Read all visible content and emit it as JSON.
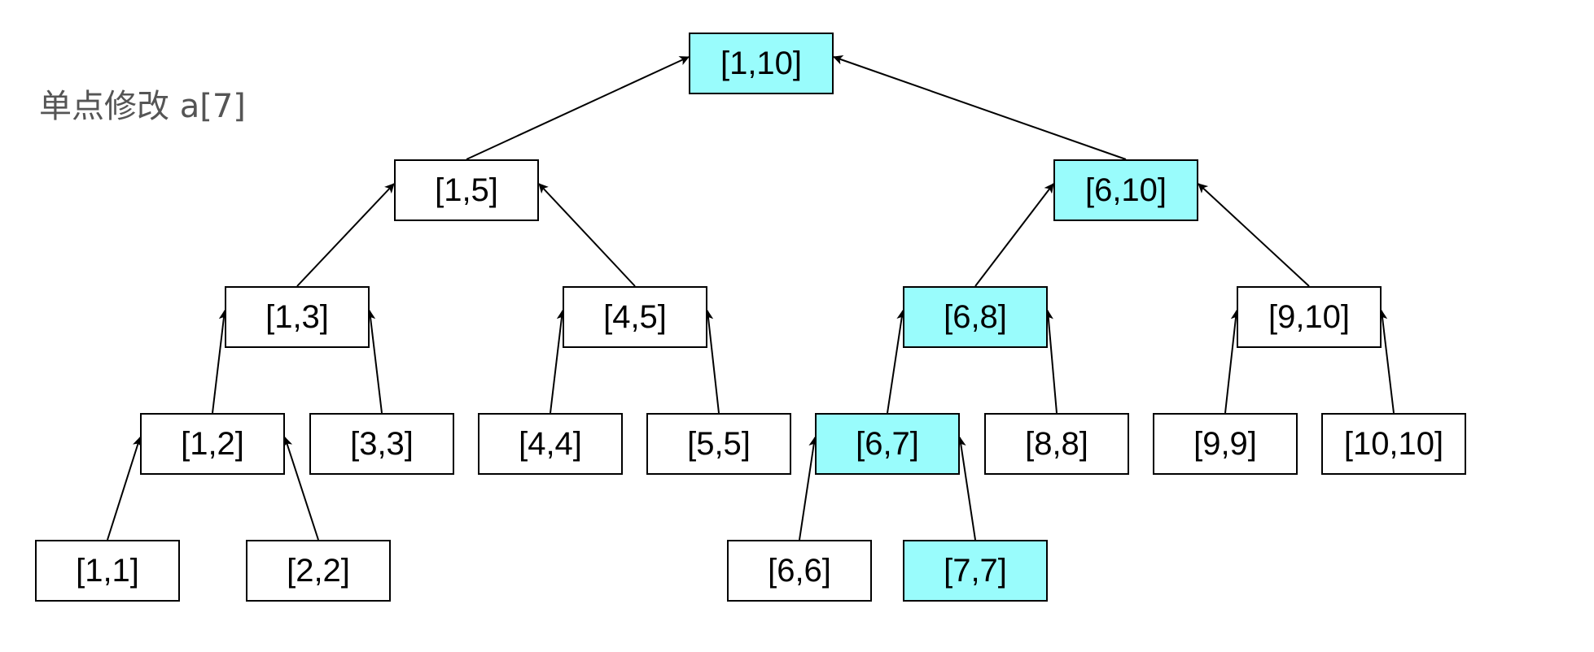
{
  "caption": "单点修改 a[7]",
  "colors": {
    "highlight": "#99fcfc",
    "normal": "#ffffff",
    "stroke": "#000000"
  },
  "nodes": [
    {
      "id": "n1-10",
      "label": "[1,10]",
      "highlighted": true
    },
    {
      "id": "n1-5",
      "label": "[1,5]",
      "highlighted": false
    },
    {
      "id": "n6-10",
      "label": "[6,10]",
      "highlighted": true
    },
    {
      "id": "n1-3",
      "label": "[1,3]",
      "highlighted": false
    },
    {
      "id": "n4-5",
      "label": "[4,5]",
      "highlighted": false
    },
    {
      "id": "n6-8",
      "label": "[6,8]",
      "highlighted": true
    },
    {
      "id": "n9-10",
      "label": "[9,10]",
      "highlighted": false
    },
    {
      "id": "n1-2",
      "label": "[1,2]",
      "highlighted": false
    },
    {
      "id": "n3-3",
      "label": "[3,3]",
      "highlighted": false
    },
    {
      "id": "n4-4",
      "label": "[4,4]",
      "highlighted": false
    },
    {
      "id": "n5-5",
      "label": "[5,5]",
      "highlighted": false
    },
    {
      "id": "n6-7",
      "label": "[6,7]",
      "highlighted": true
    },
    {
      "id": "n8-8",
      "label": "[8,8]",
      "highlighted": false
    },
    {
      "id": "n9-9",
      "label": "[9,9]",
      "highlighted": false
    },
    {
      "id": "n10-10",
      "label": "[10,10]",
      "highlighted": false
    },
    {
      "id": "n1-1",
      "label": "[1,1]",
      "highlighted": false
    },
    {
      "id": "n2-2",
      "label": "[2,2]",
      "highlighted": false
    },
    {
      "id": "n6-6",
      "label": "[6,6]",
      "highlighted": false
    },
    {
      "id": "n7-7",
      "label": "[7,7]",
      "highlighted": true
    }
  ],
  "edges": [
    {
      "from": "n1-5",
      "to": "n1-10"
    },
    {
      "from": "n6-10",
      "to": "n1-10"
    },
    {
      "from": "n1-3",
      "to": "n1-5"
    },
    {
      "from": "n4-5",
      "to": "n1-5"
    },
    {
      "from": "n6-8",
      "to": "n6-10"
    },
    {
      "from": "n9-10",
      "to": "n6-10"
    },
    {
      "from": "n1-2",
      "to": "n1-3"
    },
    {
      "from": "n3-3",
      "to": "n1-3"
    },
    {
      "from": "n4-4",
      "to": "n4-5"
    },
    {
      "from": "n5-5",
      "to": "n4-5"
    },
    {
      "from": "n6-7",
      "to": "n6-8"
    },
    {
      "from": "n8-8",
      "to": "n6-8"
    },
    {
      "from": "n9-9",
      "to": "n9-10"
    },
    {
      "from": "n10-10",
      "to": "n9-10"
    },
    {
      "from": "n1-1",
      "to": "n1-2"
    },
    {
      "from": "n2-2",
      "to": "n1-2"
    },
    {
      "from": "n6-6",
      "to": "n6-7"
    },
    {
      "from": "n7-7",
      "to": "n6-7"
    }
  ]
}
